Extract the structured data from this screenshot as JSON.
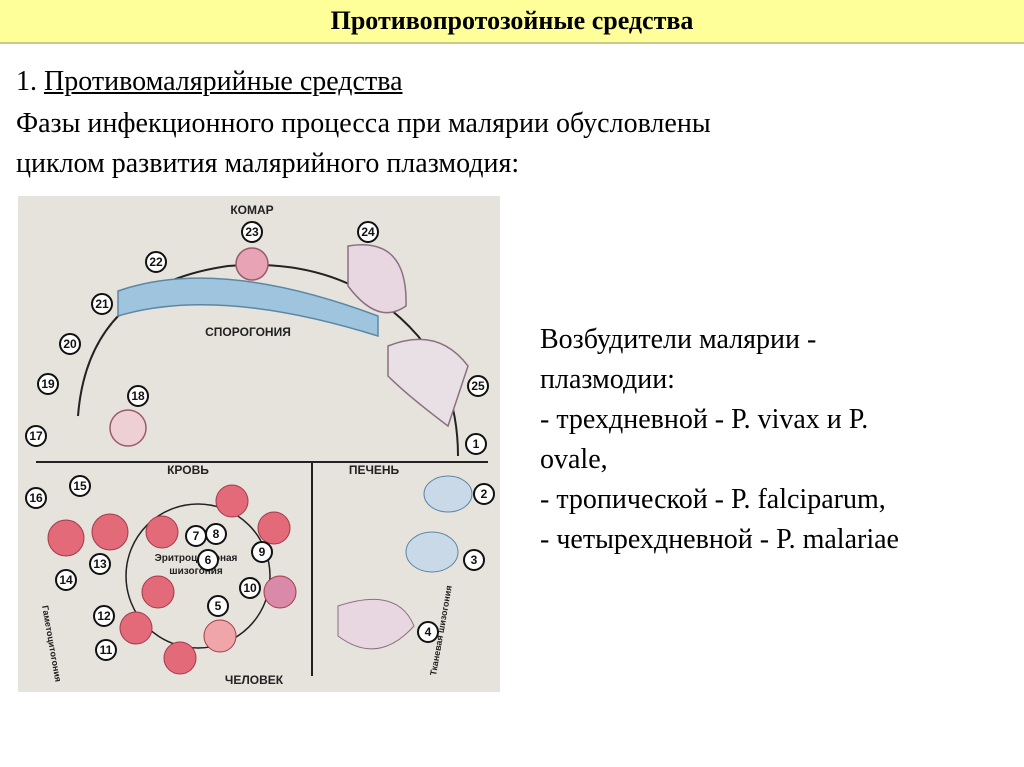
{
  "title": "Противопротозойные средства",
  "heading": {
    "prefix": "1. ",
    "text": "Противомалярийные средства"
  },
  "intro": {
    "line1": "Фазы инфекционного процесса при малярии обусловлены",
    "line2": "циклом развития малярийного плазмодия:"
  },
  "figure": {
    "labels": {
      "mosquito": "КОМАР",
      "sporogony": "СПОРОГОНИЯ",
      "blood": "КРОВЬ",
      "liver": "ПЕЧЕНЬ",
      "human": "ЧЕЛОВЕК",
      "erythro_1": "Эритроцитарная",
      "erythro_2": "шизогония",
      "gametocytogony": "Гаметоцитогония",
      "tissue_schizogony": "Тканевая шизогония"
    },
    "stages": [
      "1",
      "2",
      "3",
      "4",
      "5",
      "6",
      "7",
      "8",
      "9",
      "10",
      "11",
      "12",
      "13",
      "14",
      "15",
      "16",
      "17",
      "18",
      "19",
      "20",
      "21",
      "22",
      "23",
      "24",
      "25"
    ]
  },
  "pathogens": {
    "line1": "Возбудители малярии -",
    "line2": "плазмодии:",
    "line3": "- трехдневной - P. vivax и P.",
    "line4": "ovale,",
    "line5": "- тропической - P. falciparum,",
    "line6": "- четырехдневной - P. malariae"
  }
}
